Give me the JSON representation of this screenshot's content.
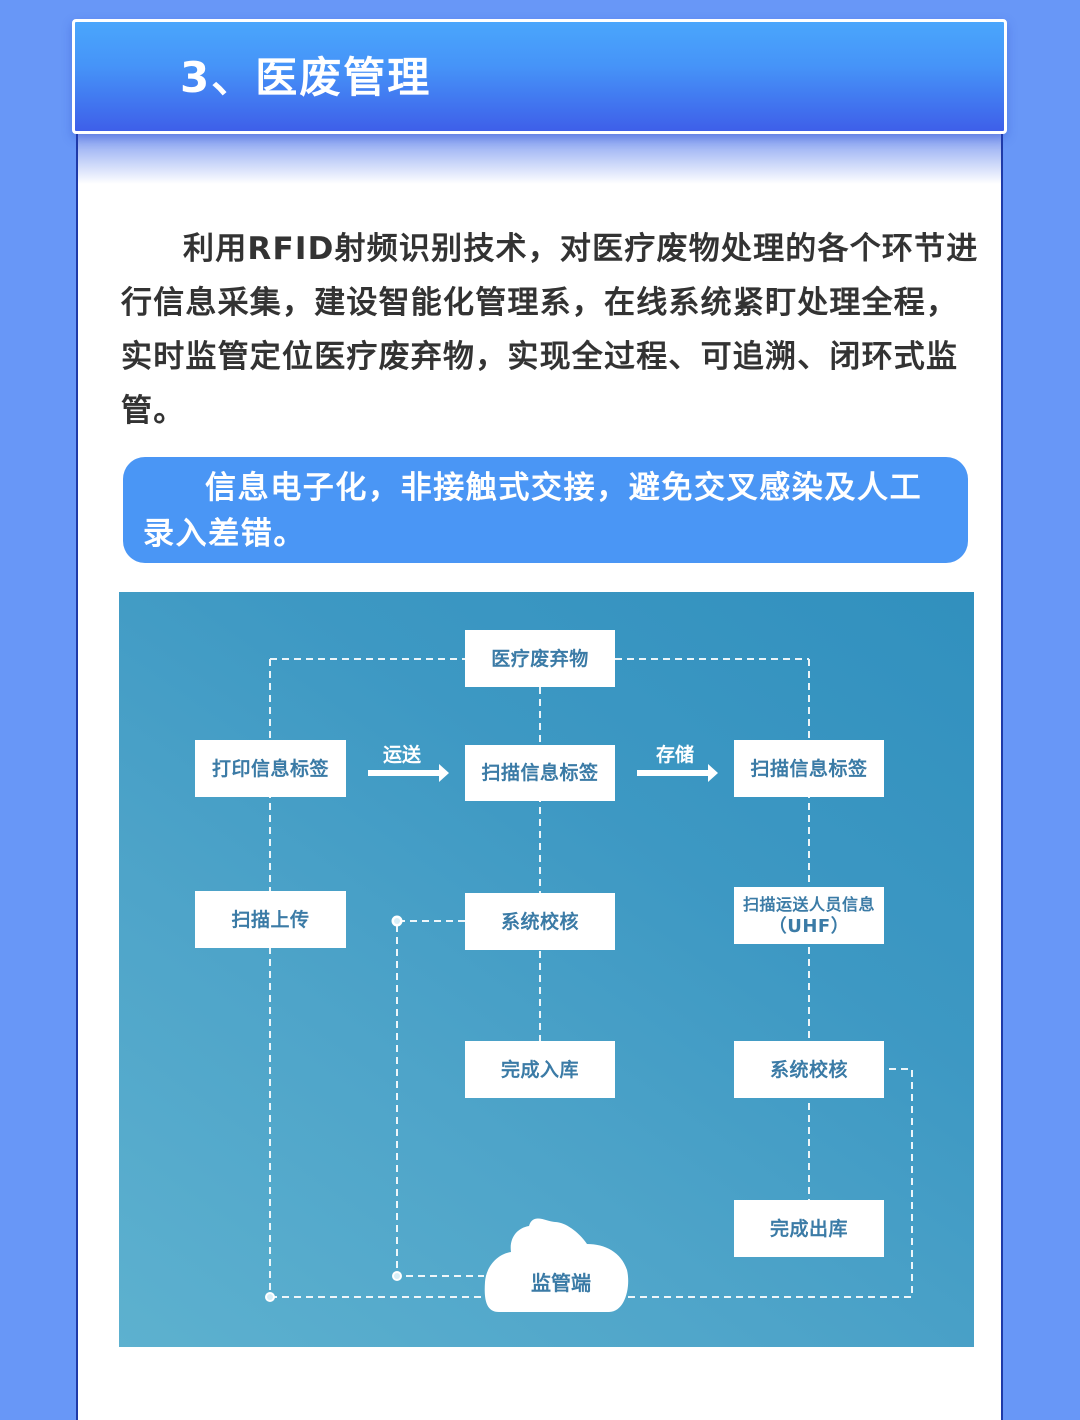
{
  "header": {
    "title": "3、医废管理"
  },
  "intro": {
    "paragraph": "利用RFID射频识别技术，对医疗废物处理的各个环节进行信息采集，建设智能化管理系，在线系统紧盯处理全程，实时监管定位医疗废弃物，实现全过程、可追溯、闭环式监管。"
  },
  "highlight": {
    "text": "信息电子化，非接触式交接，避免交叉感染及人工录入差错。"
  },
  "diagram": {
    "nodes": {
      "medical_waste": "医疗废弃物",
      "print_label": "打印信息标签",
      "scan_label_mid": "扫描信息标签",
      "scan_label_right": "扫描信息标签",
      "scan_upload": "扫描上传",
      "verify_mid": "系统校核",
      "scan_staff_line1": "扫描运送人员信息",
      "scan_staff_line2": "（UHF）",
      "store_complete": "完成入库",
      "verify_right": "系统校核",
      "outbound_complete": "完成出库"
    },
    "edges": {
      "transport": "运送",
      "storage": "存储"
    },
    "cloud": "监管端"
  },
  "colors": {
    "page_bg": "#6897f7",
    "header_top": "#4aa6fc",
    "header_bottom": "#3e5fe9",
    "highlight_bg": "#4a96f5",
    "diagram_bg": "#4ea4c9",
    "node_text": "#3b7ba6"
  }
}
